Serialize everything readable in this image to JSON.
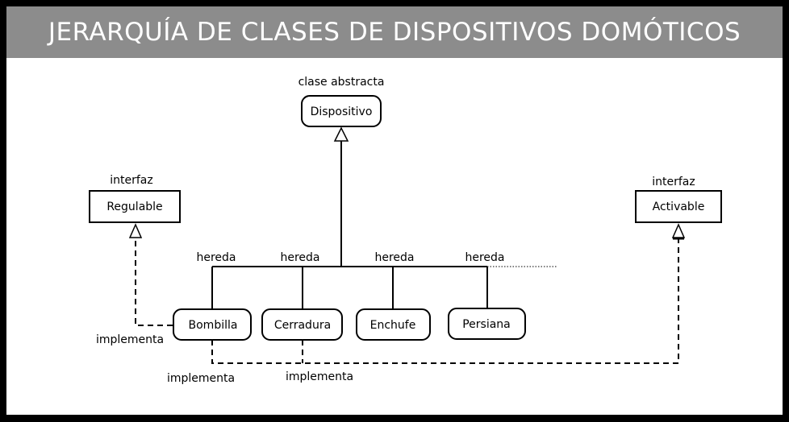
{
  "title": "JERARQUÍA DE CLASES DE DISPOSITIVOS DOMÓTICOS",
  "abstract_class": {
    "stereotype": "clase abstracta",
    "name": "Dispositivo"
  },
  "interfaces": [
    {
      "stereotype": "interfaz",
      "name": "Regulable"
    },
    {
      "stereotype": "interfaz",
      "name": "Activable"
    }
  ],
  "subclasses": [
    "Bombilla",
    "Cerradura",
    "Enchufe",
    "Persiana"
  ],
  "inherit_label": "hereda",
  "implements_label": "implementa",
  "colors": {
    "title_bar": "#8c8c8c",
    "frame": "#000000"
  }
}
